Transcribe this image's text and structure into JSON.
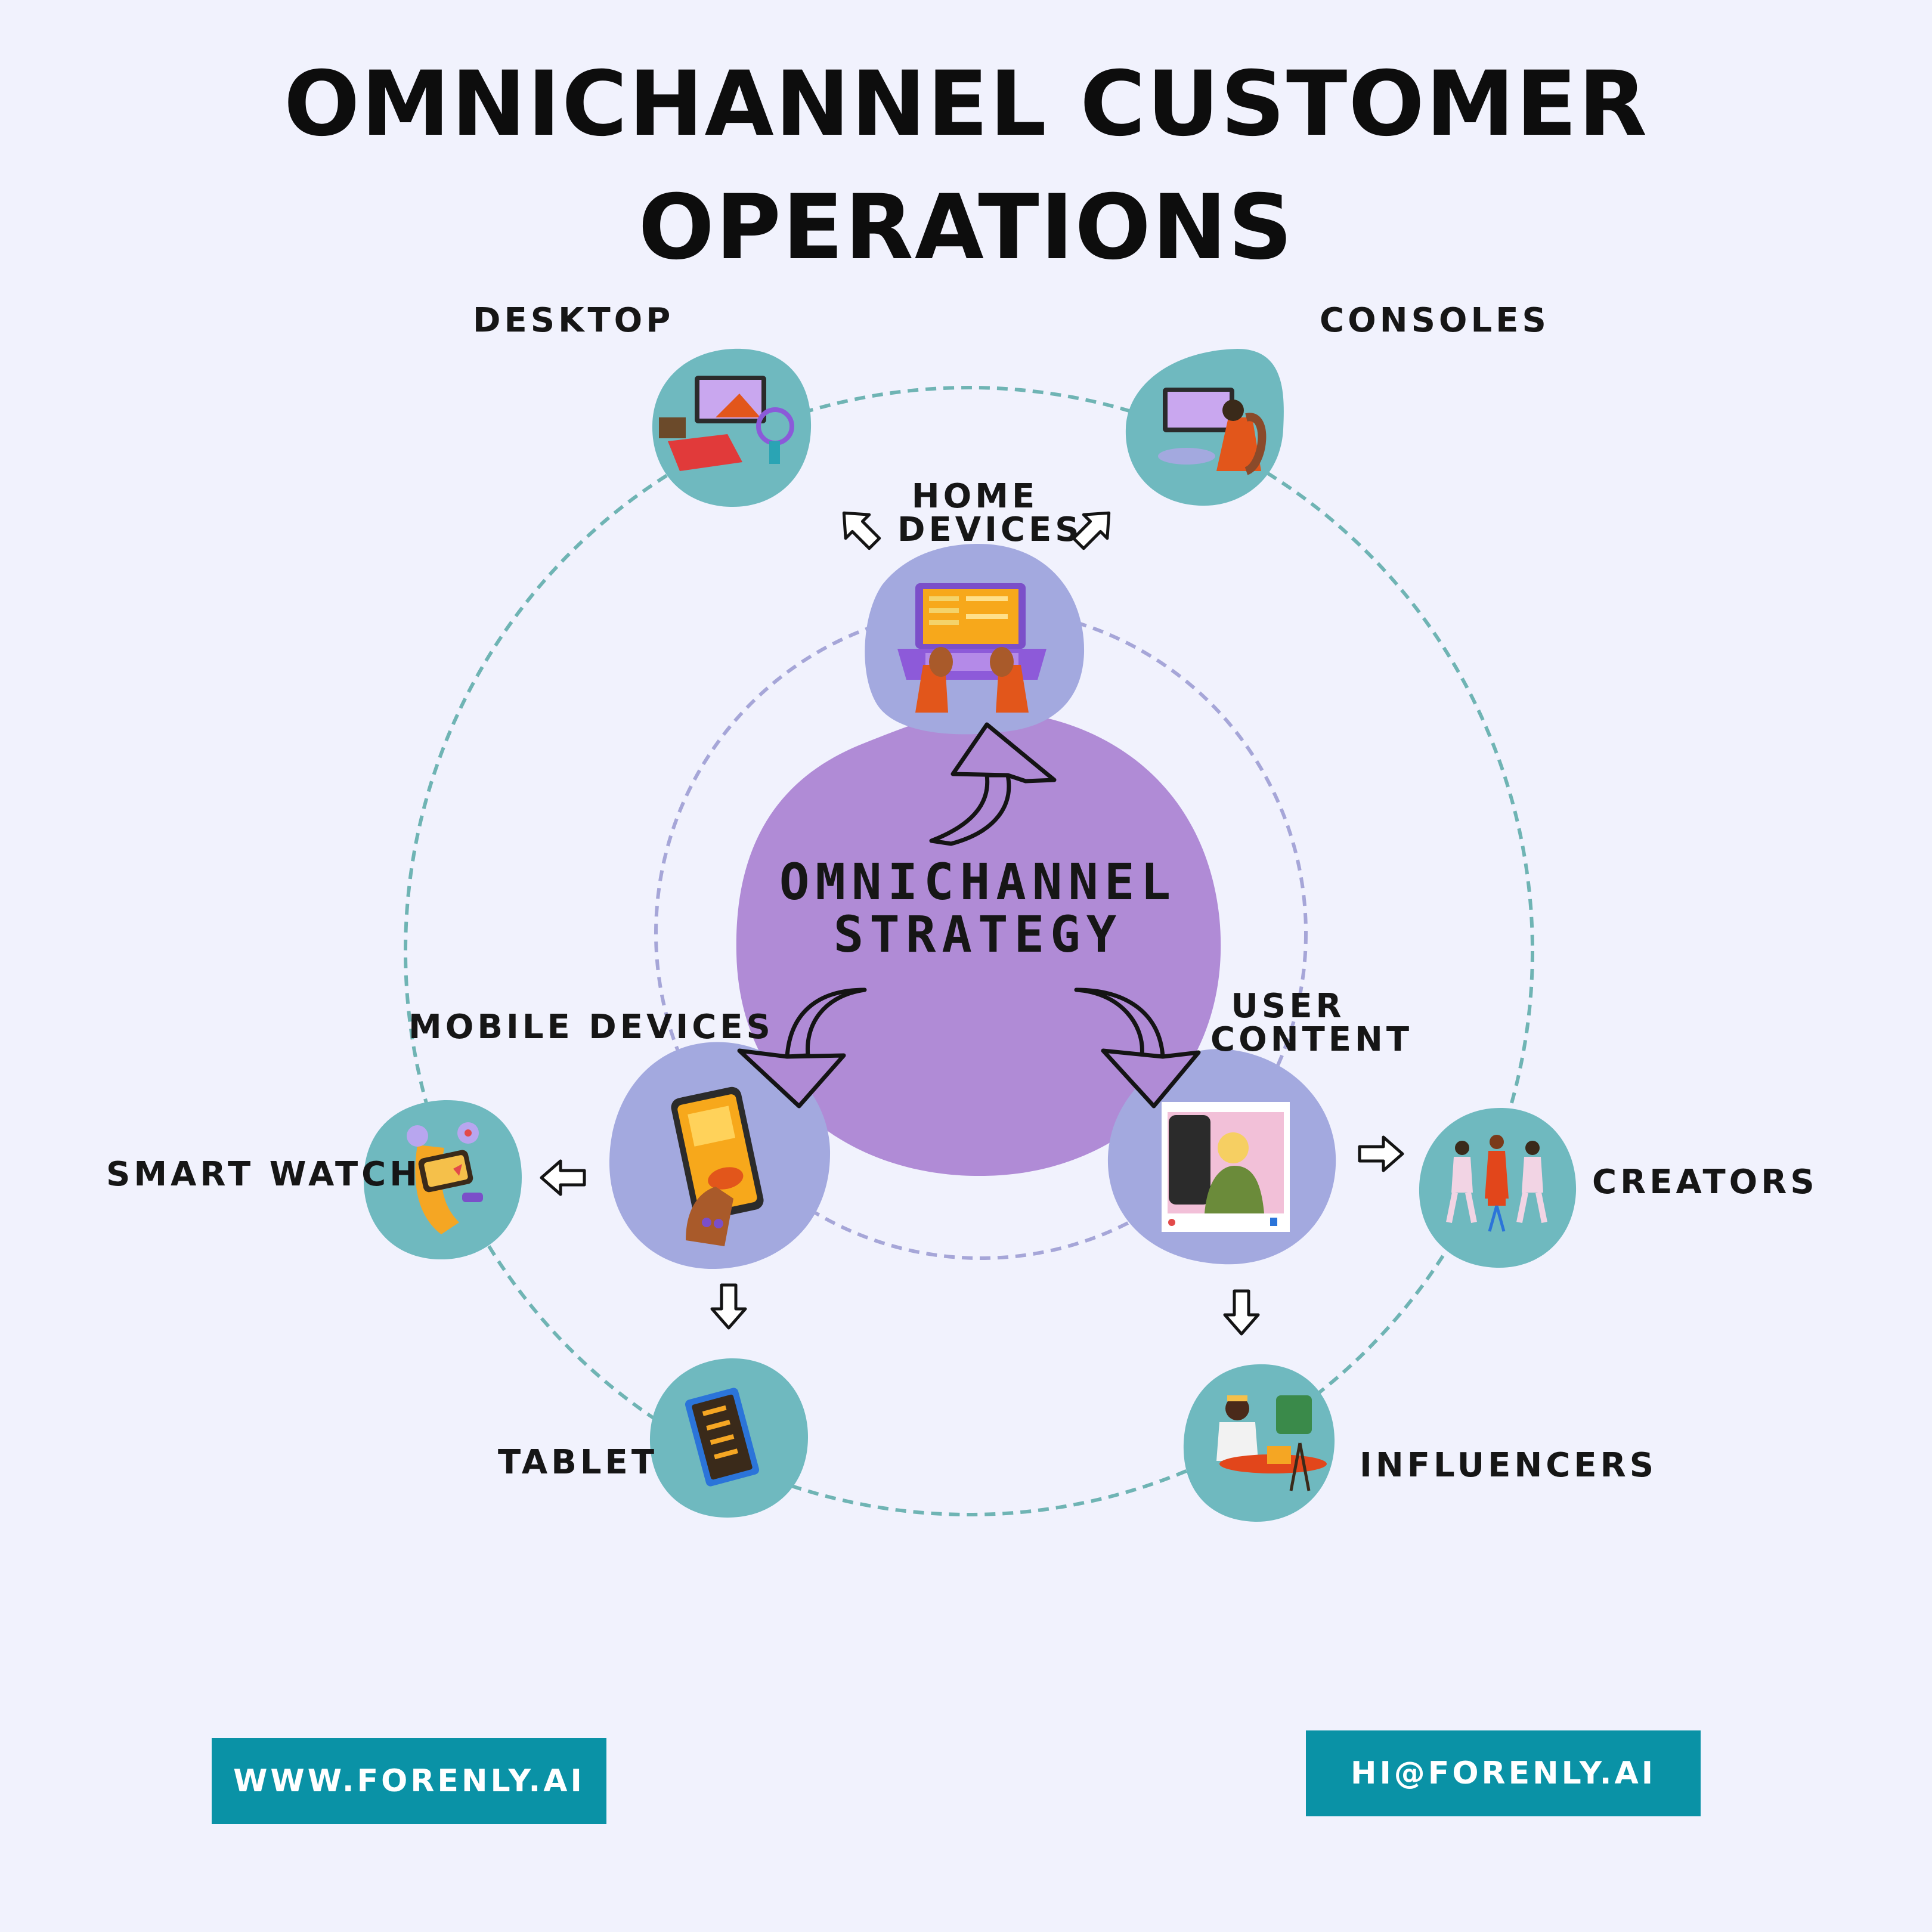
{
  "title": {
    "line1": "OMNICHANNEL CUSTOMER",
    "line2": "OPERATIONS"
  },
  "center": {
    "line1": "OMNICHANNEL",
    "line2": "STRATEGY"
  },
  "hubs": {
    "home_devices": {
      "line1": "HOME",
      "line2": "DEVICES"
    },
    "mobile_devices": {
      "label": "MOBILE DEVICES"
    },
    "user_content": {
      "line1": "USER",
      "line2": "CONTENT"
    }
  },
  "channels": {
    "desktop": "DESKTOP",
    "consoles": "CONSOLES",
    "smart_watch": "SMART WATCH",
    "tablet": "TABLET",
    "creators": "CREATORS",
    "influencers": "INFLUENCERS"
  },
  "footer": {
    "website": "WWW.FORENLY.AI",
    "email": "HI@FORENLY.AI"
  },
  "colors": {
    "background": "#f1f2fd",
    "center_blob": "#b08bd6",
    "hub_blob": "#a3a9df",
    "channel_blob": "#6fb9bf",
    "outer_ring": "#6fb4b4",
    "inner_ring": "#a6a6d8",
    "button": "#0a92a6"
  },
  "icons": [
    "laptop-icon",
    "phone-icon",
    "social-post-icon",
    "desktop-computer-icon",
    "gaming-console-icon",
    "smart-watch-icon",
    "tablet-icon",
    "creators-icon",
    "influencer-icon"
  ]
}
